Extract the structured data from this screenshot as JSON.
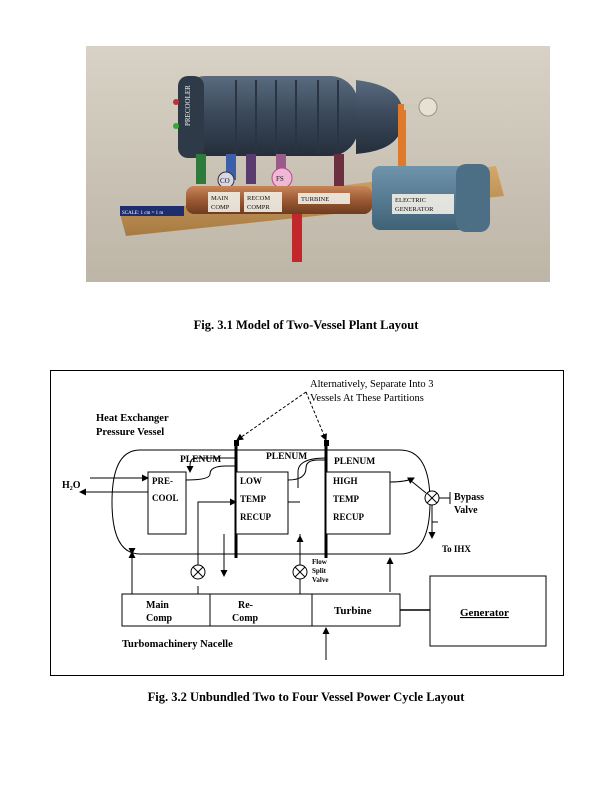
{
  "figure1": {
    "caption": "Fig. 3.1 Model of Two-Vessel Plant Layout",
    "model_labels": {
      "precooler": "PRECOOLER",
      "main_comp_1": "MAIN",
      "main_comp_2": "COMP",
      "recomp_1": "RECOM",
      "recomp_2": "COMPR",
      "co": "CO",
      "fs": "FS",
      "turbine": "TURBINE",
      "generator_1": "ELECTRIC",
      "generator_2": "GENERATOR",
      "scale": "SCALE: 1 cm = 1 m"
    }
  },
  "figure2": {
    "caption": "Fig. 3.2  Unbundled Two to Four Vessel Power Cycle Layout",
    "annotation_line1": "Alternatively,  Separate  Into  3",
    "annotation_line2": "Vessels At These Partitions",
    "vessel_label_1": "Heat Exchanger",
    "vessel_label_2": "Pressure Vessel",
    "plenum_left": "PLENUM",
    "plenum_mid": "PLENUM",
    "plenum_right": "PLENUM",
    "h2o": "H₂O",
    "precool_1": "PRE-",
    "precool_2": "COOL",
    "low_1": "LOW",
    "low_2": "TEMP",
    "low_3": "RECUP",
    "high_1": "HIGH",
    "high_2": "TEMP",
    "high_3": "RECUP",
    "bypass_1": "Bypass",
    "bypass_2": "Valve",
    "to_ihx": "To IHX",
    "flow_split_1": "Flow",
    "flow_split_2": "Split",
    "flow_split_3": "Valve",
    "main_comp_1": "Main",
    "main_comp_2": "Comp",
    "recomp_1": "Re-",
    "recomp_2": "Comp",
    "turbine": "Turbine",
    "generator": "Generator",
    "nacelle": "Turbomachinery Nacelle"
  }
}
